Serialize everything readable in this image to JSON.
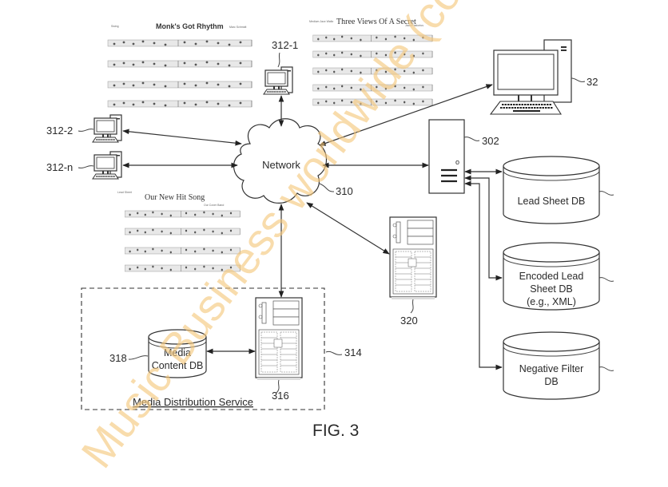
{
  "figure": {
    "caption": "FIG. 3",
    "watermark": "Music Business worldwide (copy)",
    "colors": {
      "line": "#333333",
      "watermark": "#f5c77a",
      "background": "#ffffff"
    }
  },
  "network": {
    "label": "Network",
    "ref": "310"
  },
  "clients": [
    {
      "ref": "312-1",
      "icon": "desktop-computer-icon"
    },
    {
      "ref": "312-2",
      "icon": "desktop-computer-icon"
    },
    {
      "ref": "312-n",
      "icon": "desktop-computer-icon"
    },
    {
      "ref": "32",
      "icon": "desktop-computer-icon"
    }
  ],
  "server": {
    "ref": "302",
    "icon": "server-icon"
  },
  "server320": {
    "ref": "320",
    "icon": "server-tower-icon"
  },
  "databases": [
    {
      "label_lines": [
        "Lead Sheet DB"
      ],
      "icon": "database-cylinder-icon"
    },
    {
      "label_lines": [
        "Encoded Lead",
        "Sheet DB",
        "(e.g., XML)"
      ],
      "icon": "database-cylinder-icon"
    },
    {
      "label_lines": [
        "Negative Filter",
        "DB"
      ],
      "icon": "database-cylinder-icon"
    }
  ],
  "media_service": {
    "title": "Media Distribution Service",
    "ref": "314",
    "db": {
      "label_lines": [
        "Media",
        "Content DB"
      ],
      "ref": "318"
    },
    "server_ref": "316"
  },
  "lead_sheets": [
    {
      "title": "Monk's Got Rhythm",
      "style_label": "Swing",
      "composer": "Marc Schmidt"
    },
    {
      "title": "Three Views Of A Secret",
      "style_label": "Medium Jazz Waltz",
      "composer": "Jaco Pastorius"
    },
    {
      "title": "Our New Hit Song",
      "style_label": "Lead Sheet",
      "composer": "Our Cover Band"
    }
  ]
}
